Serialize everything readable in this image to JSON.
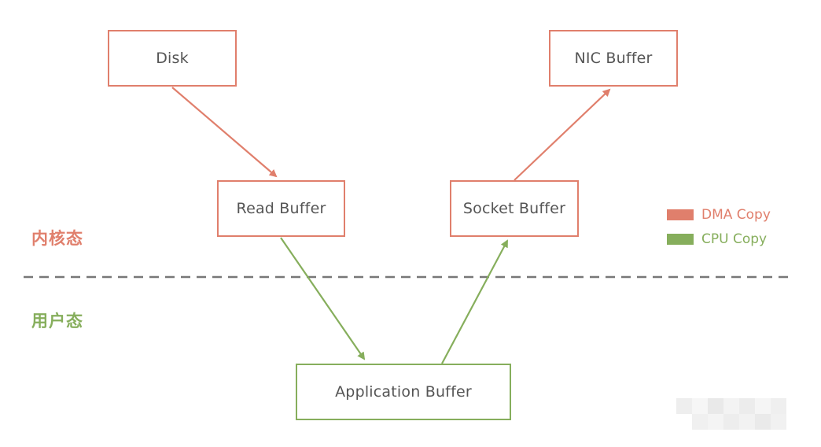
{
  "nodes": {
    "disk": "Disk",
    "nic_buffer": "NIC Buffer",
    "read_buffer": "Read Buffer",
    "socket_buffer": "Socket Buffer",
    "application_buffer": "Application Buffer"
  },
  "zones": {
    "kernel": "内核态",
    "user": "用户态"
  },
  "legend": {
    "dma": "DMA Copy",
    "cpu": "CPU Copy"
  },
  "colors": {
    "dma": "#e07f6c",
    "cpu": "#86ae5c",
    "divider": "#777777",
    "text": "#555555"
  }
}
